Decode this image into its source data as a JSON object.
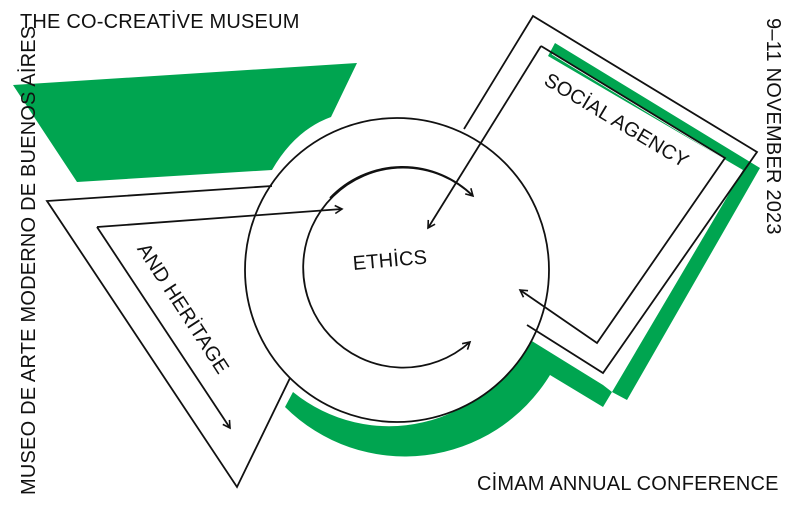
{
  "title": "THE CO-CREATİVE MUSEUM",
  "venue": "MUSEO DE ARTE MODERNO DE BUENOS AİRES",
  "dates": "9–11 NOVEMBER 2023",
  "event": "CİMAM ANNUAL CONFERENCE",
  "themes": {
    "center": "ETHİCS",
    "square": "SOCİAL AGENCY",
    "triangle": "AND HERİTAGE"
  },
  "colors": {
    "accent": "#00a550",
    "ink": "#111111"
  }
}
